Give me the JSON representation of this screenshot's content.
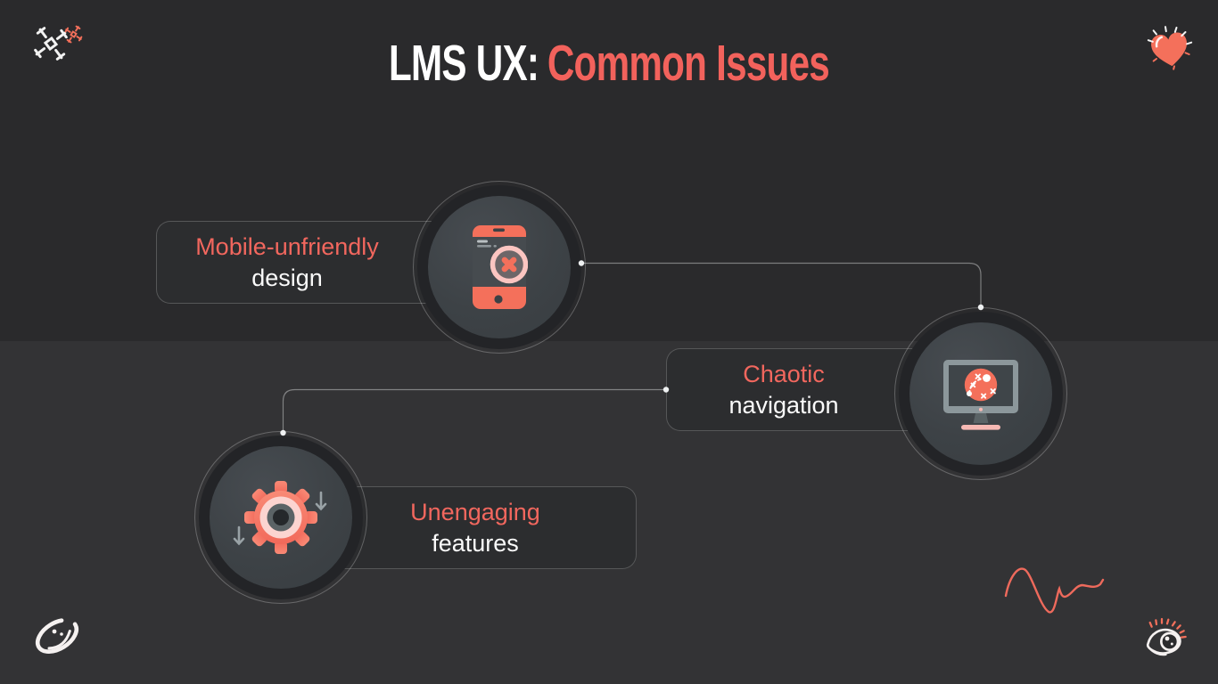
{
  "title": {
    "prefix": "LMS UX:",
    "accent": "Common Issues"
  },
  "items": [
    {
      "label_accent": "Mobile-unfriendly",
      "label_rest": "design",
      "icon": "phone-error-icon"
    },
    {
      "label_accent": "Chaotic",
      "label_rest": "navigation",
      "icon": "monitor-strategy-icon"
    },
    {
      "label_accent": "Unengaging",
      "label_rest": "features",
      "icon": "gear-downgrade-icon"
    }
  ],
  "decorations": [
    "asterisk-doodle-white",
    "asterisk-doodle-coral",
    "heart-doodle",
    "ellipse-doodle",
    "eye-doodle",
    "squiggle-line"
  ],
  "colors": {
    "accent_text": "#f2675e",
    "title_accent": "#f2625c",
    "coral_icon": "#f4705b",
    "pink_light": "#fbc5c1",
    "pink_pale": "#f7b9b4",
    "background_top": "#2a2a2c",
    "background_bottom": "#333335",
    "card_background": "#2c2d2f",
    "circle_inner": "#3f4448",
    "circle_ring": "#232427",
    "text_white": "#fafafa",
    "connector_line": "#b6babd"
  }
}
